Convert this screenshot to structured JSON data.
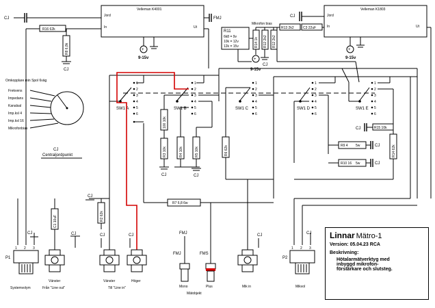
{
  "modules": [
    {
      "title": "Velleman K4001",
      "jord": "Jord",
      "in": "In",
      "ut": "Ut"
    },
    {
      "title": "Velleman K1803",
      "jord": "Jord",
      "in": "In",
      "ut": "Ut"
    }
  ],
  "supply_labels": [
    "9-15v",
    "9-15v",
    "9-15v"
  ],
  "cj": "CJ",
  "fmj": "FMJ",
  "central_ground": [
    "CJ",
    "Centraljordpunkt"
  ],
  "mic_bias": {
    "title": "Mikrofon bias",
    "r11": "R11",
    "r11_table": [
      "6k8 = 9v",
      "10k = 12v",
      "12k = 15v"
    ],
    "resistors": [
      "R14 1k",
      "R12 2k2",
      "R12 2k2"
    ]
  },
  "components": {
    "r16": "R16 62k",
    "r15": "R15 10k",
    "r13": "R13 2k2",
    "c3": "C3 22uF",
    "r9": "R9 4",
    "r10": "R10 16",
    "r7": "R7 6,8 6w",
    "r8": "R8 6,8k",
    "r_sys": "C1 10uF",
    "r_fmj": "R2 62k"
  },
  "watt_labels": [
    "5w",
    "5w"
  ],
  "switch": {
    "title": "Omkopplare min Spol 6väg",
    "positions": [
      "Frekvens",
      "Impedans",
      "Kanalsal",
      "Imp.ksl 4",
      "Imp.ksl 16",
      "Mikrofonbias"
    ],
    "gangs": [
      "SW1 A",
      "SW1 B",
      "SW1 C",
      "SW1 D",
      "SW1 E"
    ],
    "pins": [
      "1",
      "2",
      "3",
      "4",
      "5",
      "6"
    ]
  },
  "connectors": {
    "p1": "P1",
    "p2": "P2",
    "pot_pins": [
      "1",
      "2",
      "3"
    ],
    "pot_value": "10k",
    "labels": [
      "Systemvolym",
      "Vänster",
      "Vänster",
      "Höger",
      "Mono",
      "Plus",
      "Mik in",
      "Mikvol"
    ],
    "groups": [
      "Från \"Line out\"",
      "Till \"Line in\"",
      "Mätobjekt"
    ],
    "fms": "FMS"
  },
  "info": {
    "brand": "Linnar",
    "product": "Mätro-1",
    "version": "Version: 05.04.23 RCA",
    "desc_label": "Beskrivning:",
    "desc_lines": [
      "Hötalarmätverktyg med",
      "inbyggd mikrofon-",
      "förstärkare och slutsteg."
    ]
  }
}
